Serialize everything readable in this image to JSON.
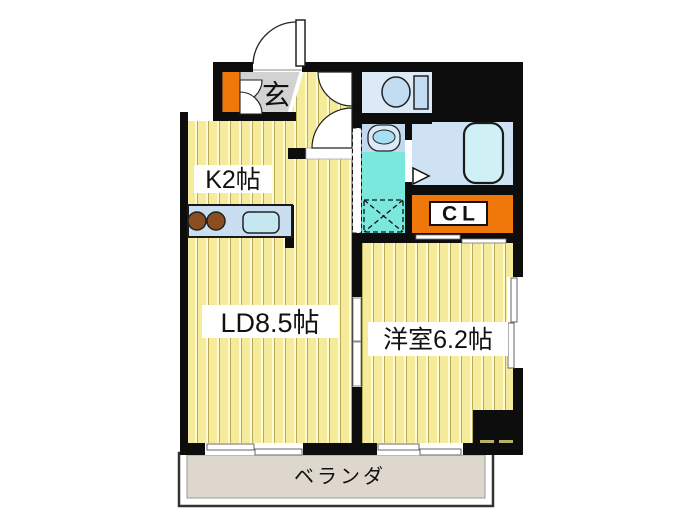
{
  "floorplan": {
    "labels": {
      "entrance": "玄",
      "kitchen": "K2帖",
      "living_dining": "LD8.5帖",
      "western_room": "洋室6.2帖",
      "closet": "CL",
      "veranda": "ベランダ"
    },
    "colors": {
      "wall": "#0D0D0D",
      "tatami_base": "#F5EB9A",
      "tatami_light": "#FFFBD6",
      "tatami_line": "#B9AC54",
      "genkan_gray": "#D2D2D2",
      "accent_orange": "#F0780A",
      "toilet_room_blue": "#DCEAF8",
      "fixture_blue": "#C2DCF2",
      "vanity_blue": "#C3D9EF",
      "basin_white": "#DCE9F7",
      "basin_bowl": "#A9DFF2",
      "washroom_cyan": "#7BE8DE",
      "bathroom_blue": "#CFE2F4",
      "bathtub_blue": "#CFF0F4",
      "counter_blue": "#C9DFF1",
      "kitchen_sink_cyan": "#C5E8F0",
      "burner_brown": "#8B4E20",
      "veranda_beige": "#DED7CE",
      "vent_khaki": "#B9B06A",
      "label_text": "#111111",
      "veranda_text": "#4A4A4A",
      "door_white": "#FFFFFF"
    }
  }
}
